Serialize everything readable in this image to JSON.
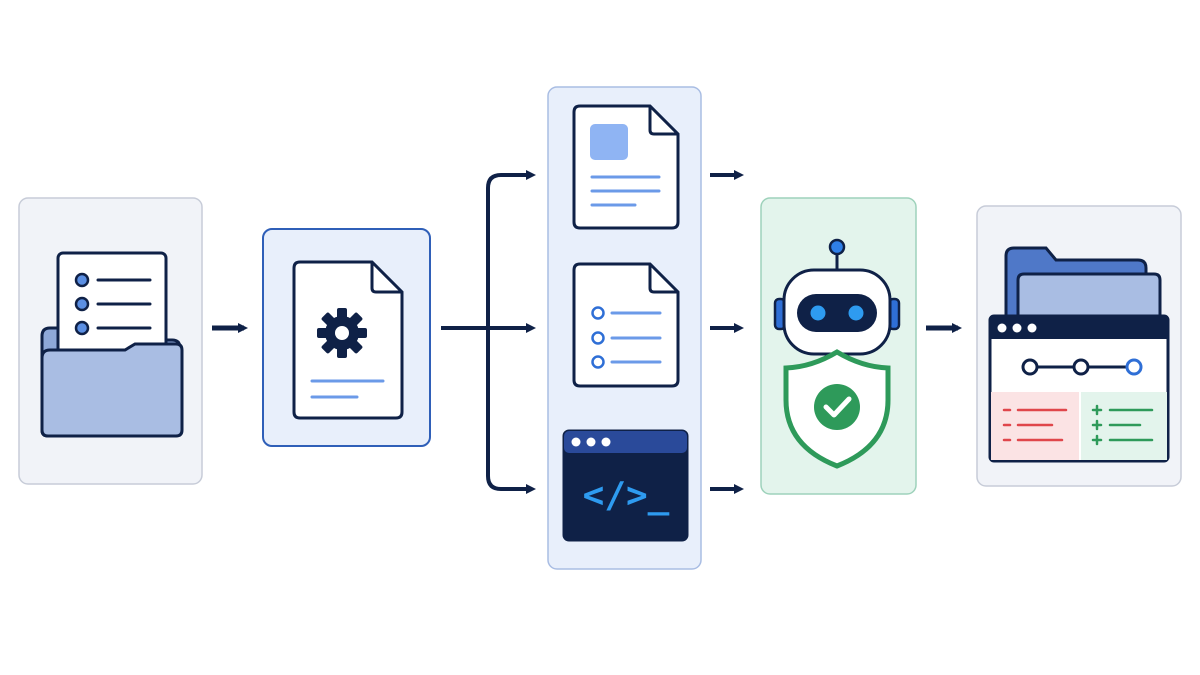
{
  "diagram": {
    "stages": [
      {
        "id": "source-documents",
        "icon": "folder-with-document-icon"
      },
      {
        "id": "document-processing",
        "icon": "document-gear-icon"
      },
      {
        "id": "split-outputs",
        "icon": "document-stack-icon",
        "items": [
          {
            "id": "image-document",
            "icon": "image-document-icon"
          },
          {
            "id": "list-document",
            "icon": "list-document-icon"
          },
          {
            "id": "code-terminal",
            "icon": "terminal-code-icon",
            "text": "</>_"
          }
        ]
      },
      {
        "id": "ai-verification",
        "icon": "robot-shield-icon"
      },
      {
        "id": "merged-result",
        "icon": "folder-diff-window-icon"
      }
    ],
    "colors": {
      "navy": "#0f2147",
      "blue_fill": "#a9bde3",
      "blue_accent": "#2f6fd6",
      "light_panel": "#f1f3f8",
      "blue_panel": "#e8effb",
      "green": "#2e9a5a",
      "green_panel": "#e3f4ec",
      "red": "#e0464b",
      "red_panel": "#fbe3e4",
      "code_blue": "#2e9bf0"
    }
  }
}
